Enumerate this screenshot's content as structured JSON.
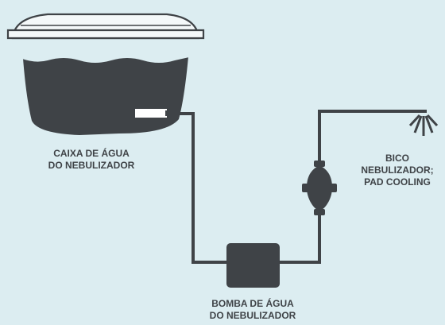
{
  "colors": {
    "background": "#dcedf1",
    "dark": "#3f4347",
    "lid_fill": "#f4f8f9"
  },
  "labels": {
    "tank": [
      "CAIXA DE ÁGUA",
      "DO NEBULIZADOR"
    ],
    "nozzle": [
      "BICO",
      "NEBULIZADOR;",
      "PAD COOLING"
    ],
    "pump": [
      "BOMBA DE ÁGUA",
      "DO NEBULIZADOR"
    ]
  },
  "icons": {
    "tank": "water-tank-icon",
    "pump": "water-pump-icon",
    "valve": "valve-icon",
    "nozzle": "spray-nozzle-icon"
  }
}
